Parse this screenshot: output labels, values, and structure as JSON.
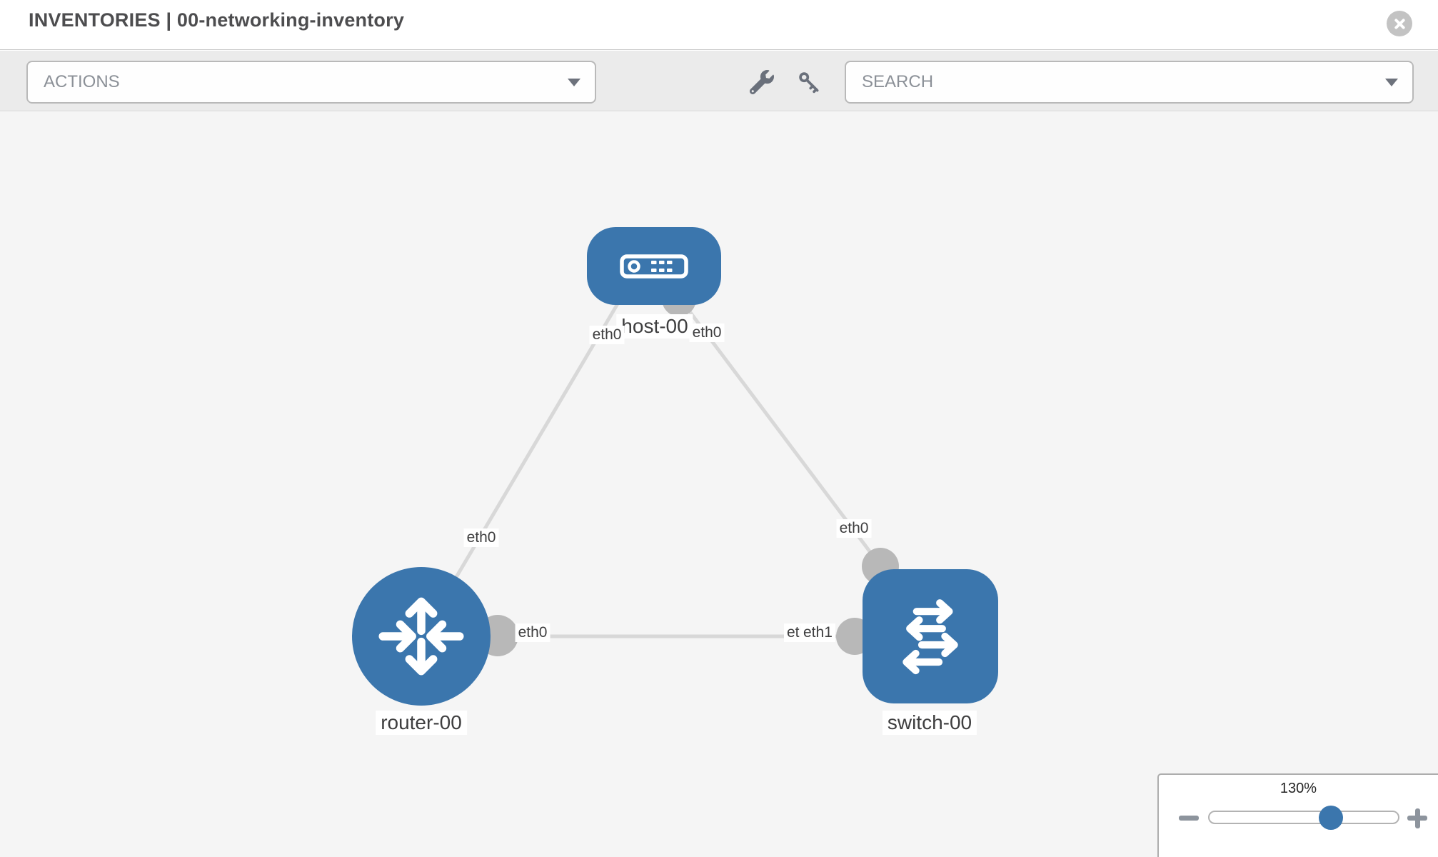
{
  "header": {
    "title": "INVENTORIES | 00-networking-inventory"
  },
  "toolbar": {
    "actions_placeholder": "ACTIONS",
    "search_placeholder": "SEARCH"
  },
  "topology": {
    "nodes": [
      {
        "id": "host-00",
        "type": "host",
        "label": "host-00"
      },
      {
        "id": "router-00",
        "type": "router",
        "label": "router-00"
      },
      {
        "id": "switch-00",
        "type": "switch",
        "label": "switch-00"
      }
    ],
    "links": [
      {
        "from": "host-00",
        "from_if": "eth0",
        "to": "router-00",
        "to_if": "eth0"
      },
      {
        "from": "host-00",
        "from_if": "eth0",
        "to": "switch-00",
        "to_if": "eth0"
      },
      {
        "from": "router-00",
        "from_if": "eth0",
        "to": "switch-00",
        "to_if": "eth1"
      }
    ],
    "labels": {
      "host": "host-00",
      "router": "router-00",
      "switch": "switch-00",
      "host_left_if": "eth0",
      "host_right_if": "eth0",
      "host_router_link_if": "eth0",
      "host_switch_link_if": "eth0",
      "router_port_if": "eth0",
      "switch_port_hidden_if": "eth0",
      "switch_port_if": "eth1"
    }
  },
  "zoom_control": {
    "level": "130%"
  },
  "icons": {
    "close": "circle-x",
    "actions_caret": "chevron-down",
    "search_caret": "chevron-down",
    "tools": [
      "wrench",
      "key"
    ],
    "zoom_out": "minus",
    "zoom_in": "plus"
  },
  "colors": {
    "node_blue": "#3b76ad",
    "link_gray": "#d8d8d8",
    "port_gray": "#b8b8b8",
    "toolbar_gray": "#ebebeb",
    "canvas_gray": "#f5f5f5"
  }
}
